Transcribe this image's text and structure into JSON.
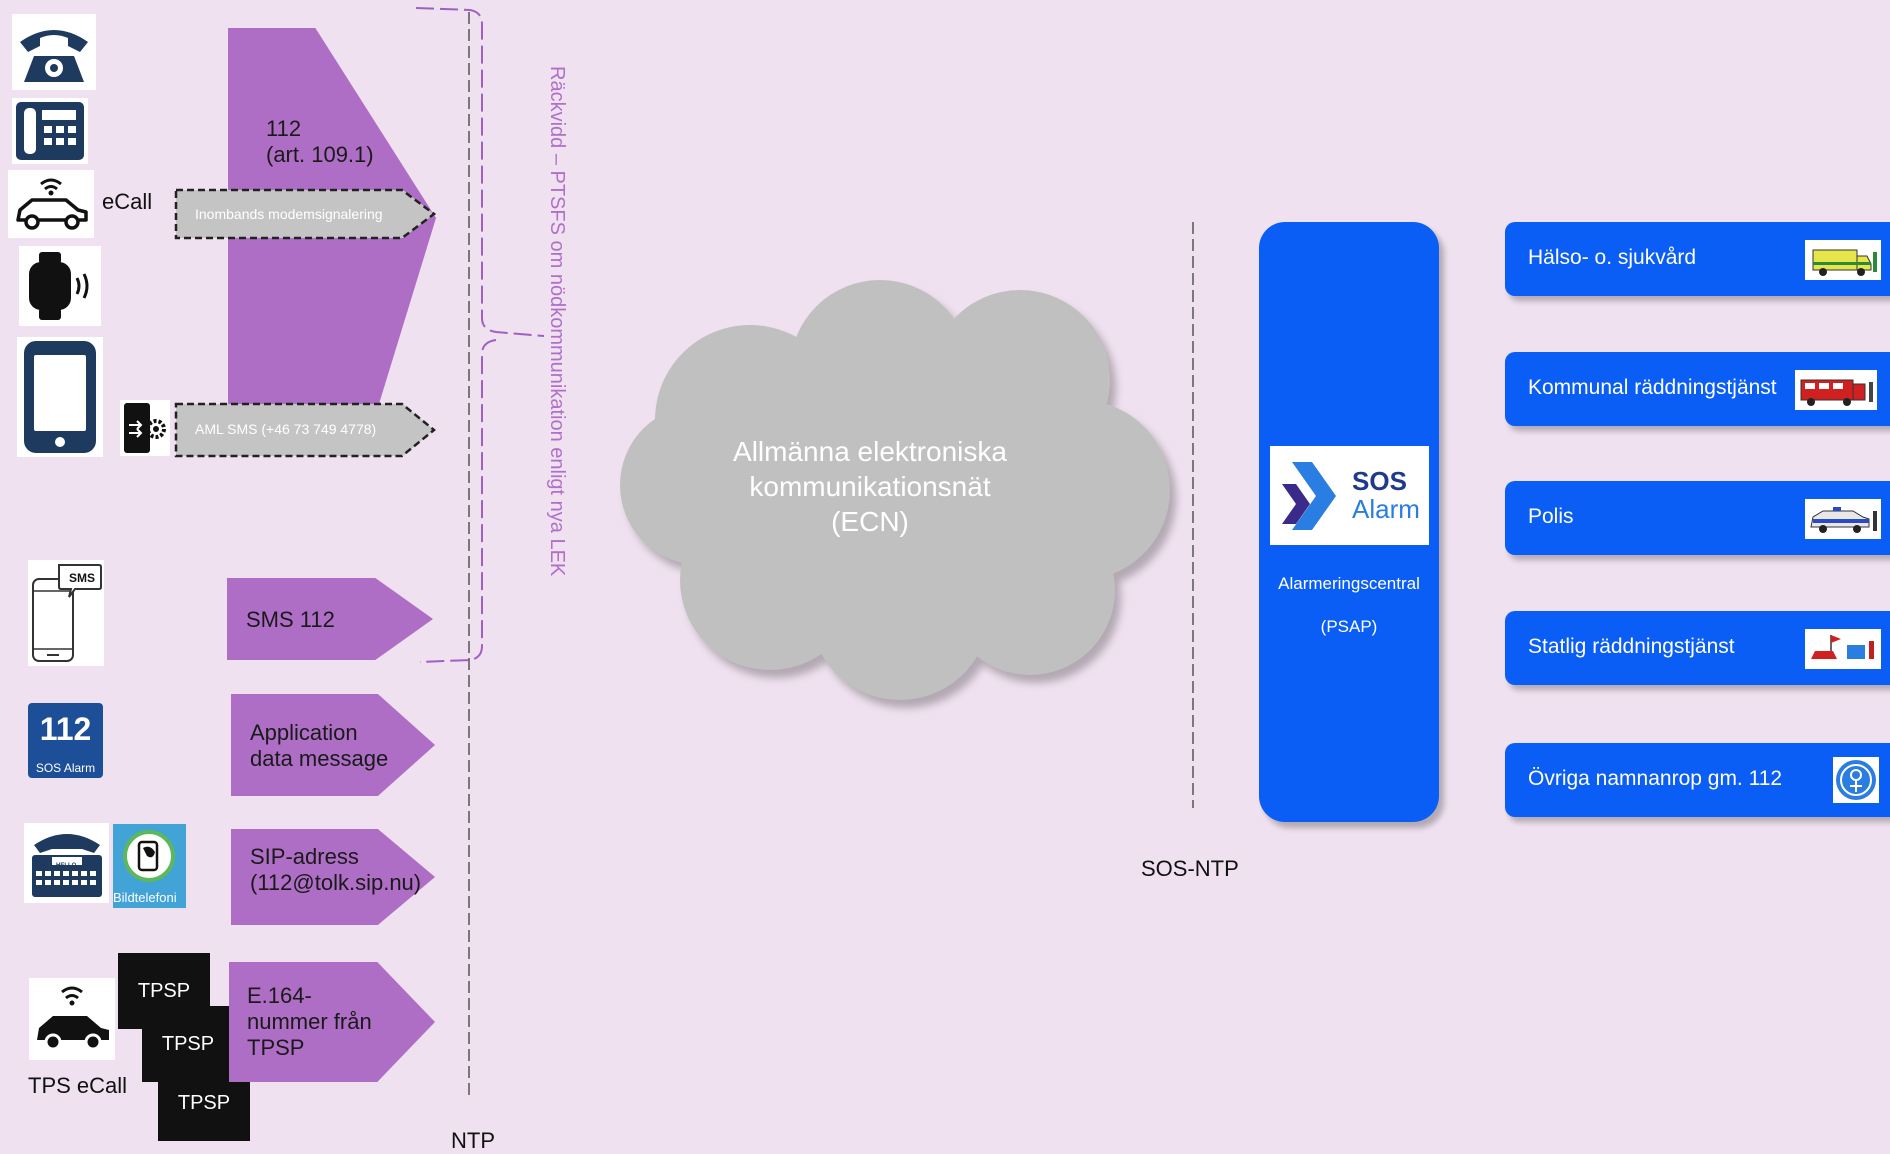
{
  "left_devices": {
    "ecall_label": "eCall",
    "sms_bubble": "SMS",
    "app_112_number": "112",
    "app_112_brand": "SOS Alarm",
    "bildtelefoni_label": "Bildtelefoni",
    "hello_label": "HELLO",
    "tps_ecall_label": "TPS eCall"
  },
  "channels": {
    "ch_112_line1": "112",
    "ch_112_line2": "(art. 109.1)",
    "inband_label": "Inombands modemsignalering",
    "aml_label": "AML SMS (+46 73 749 4778)",
    "sms112_label": "SMS 112",
    "app_line1": "Application",
    "app_line2": "data message",
    "sip_line1": "SIP-adress",
    "sip_line2": "(112@tolk.sip.nu)",
    "e164_line1": "E.164-",
    "e164_line2": "nummer från",
    "e164_line3": "TPSP"
  },
  "tpsp_labels": [
    "TPSP",
    "TPSP",
    "TPSP"
  ],
  "scope_label": "Räckvidd – PTSFS om nödkommunikation enligt nya LEK",
  "ntp_label": "NTP",
  "cloud": {
    "line1": "Allmänna elektroniska",
    "line2": "kommunikationsnät",
    "line3": "(ECN)"
  },
  "sos_ntp_label": "SOS-NTP",
  "psap": {
    "logo_line1": "SOS",
    "logo_line2": "Alarm",
    "label_line1": "Alarmeringscentral",
    "label_line2": "(PSAP)"
  },
  "services": [
    {
      "label": "Hälso- o. sjukvård",
      "icon": "ambulance-icon"
    },
    {
      "label": "Kommunal räddningstjänst",
      "icon": "fire-truck-icon"
    },
    {
      "label": "Polis",
      "icon": "police-car-icon"
    },
    {
      "label": "Statlig räddningstjänst",
      "icon": "rescue-icon"
    },
    {
      "label": "Övriga namnanrop gm. 112",
      "icon": "emblem-icon"
    }
  ],
  "colors": {
    "background": "#efe1ef",
    "channel_arrow": "#ae6ec6",
    "service_blue": "#0a5ef5",
    "cloud": "#c0c0c0",
    "device_navy": "#1f3a5f"
  }
}
